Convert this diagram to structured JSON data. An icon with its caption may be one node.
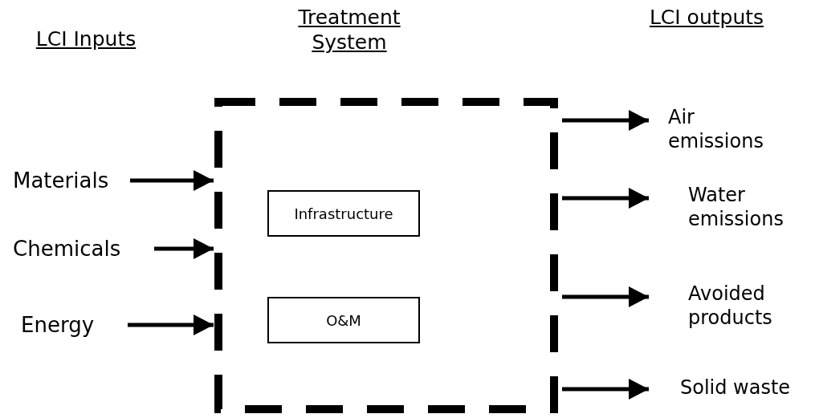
{
  "diagram": {
    "nodes": [
      {
        "text": [
          "Treatment System"
        ]
      },
      {
        "text": [
          "Infrastructure"
        ],
        "in": 0
      },
      {
        "text": [
          "O&M"
        ],
        "in": 0
      },
      {
        "text": [
          "Materials"
        ]
      },
      {
        "text": [
          "Chemicals"
        ]
      },
      {
        "text": [
          "Energy"
        ]
      },
      {
        "text": [
          "Air emissions"
        ]
      },
      {
        "text": [
          "Water emissions"
        ]
      },
      {
        "text": [
          "Avoided products"
        ]
      },
      {
        "text": [
          "Solid waste"
        ]
      }
    ],
    "edges": [
      {
        "from": 3,
        "to": 0,
        "arrow": "to"
      },
      {
        "from": 4,
        "to": 0,
        "arrow": "to"
      },
      {
        "from": 5,
        "to": 0,
        "arrow": "to"
      },
      {
        "from": 0,
        "to": 6,
        "arrow": "to"
      },
      {
        "from": 0,
        "to": 7,
        "arrow": "to"
      },
      {
        "from": 0,
        "to": 8,
        "arrow": "to"
      },
      {
        "from": 0,
        "to": 9,
        "arrow": "to"
      }
    ],
    "labels": [
      "LCI Inputs",
      "LCI outputs"
    ]
  }
}
